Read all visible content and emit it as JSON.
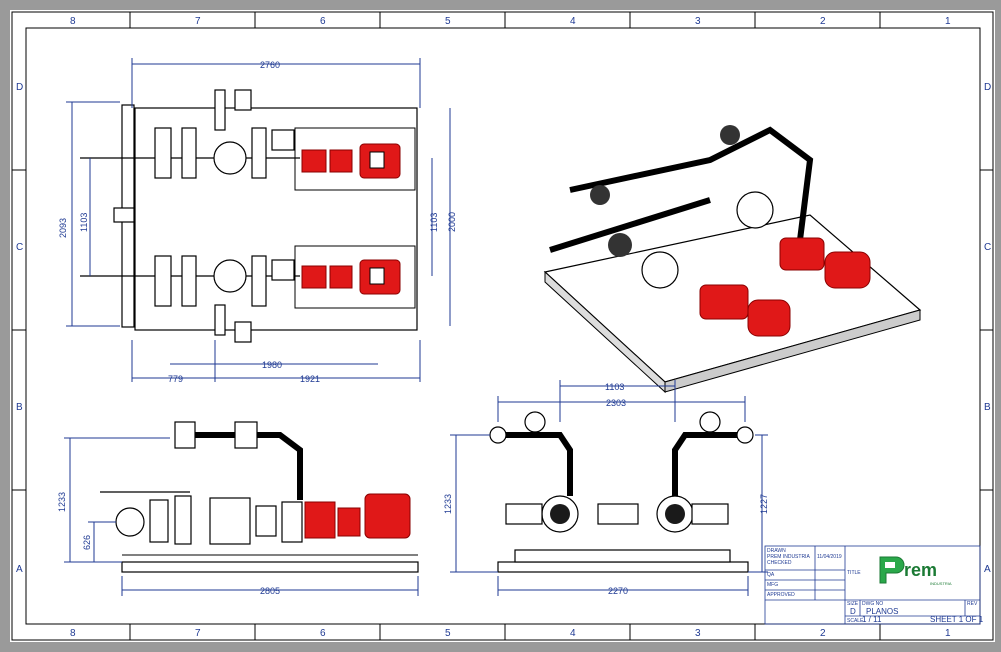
{
  "zones": {
    "top": [
      "8",
      "7",
      "6",
      "5",
      "4",
      "3",
      "2",
      "1"
    ],
    "bottom": [
      "8",
      "7",
      "6",
      "5",
      "4",
      "3",
      "2",
      "1"
    ],
    "left": [
      "D",
      "C",
      "B",
      "A"
    ],
    "right": [
      "D",
      "C",
      "B",
      "A"
    ]
  },
  "plan_view": {
    "overall_width": "2760",
    "overall_depth": "2093",
    "left_spacing": "1103",
    "right_spacing": "1103",
    "right_depth": "2000",
    "bottom_span": "1980",
    "bottom_left": "779",
    "bottom_right": "1921"
  },
  "side_view": {
    "height": "1233",
    "inlet_height": "626",
    "length": "2805"
  },
  "front_view": {
    "top_spacing": "1103",
    "top_span": "2303",
    "left_height": "1233",
    "right_height": "1227",
    "base_length": "2270"
  },
  "title_block": {
    "drawn_label": "DRAWN",
    "drawn_by": "PREM INDUSTRIA",
    "drawn_date": "11/04/2019",
    "checked_label": "CHECKED",
    "qa_label": "QA",
    "mfg_label": "MFG",
    "approved_label": "APPROVED",
    "title_label": "TITLE",
    "size_label": "SIZE",
    "size_value": "D",
    "scale_value": "1 / 11",
    "dwg_label": "DWG NO",
    "dwg_value": "PLANOS",
    "rev_label": "REV",
    "sheet_text": "SHEET 1 OF 1",
    "scale_label": "SCALE",
    "logo_text": "rem",
    "logo_sub": "INDUSTRIA"
  },
  "colors": {
    "dimension": "#1f3a93",
    "motor": "#e01818",
    "logo": "#2aa84a"
  }
}
